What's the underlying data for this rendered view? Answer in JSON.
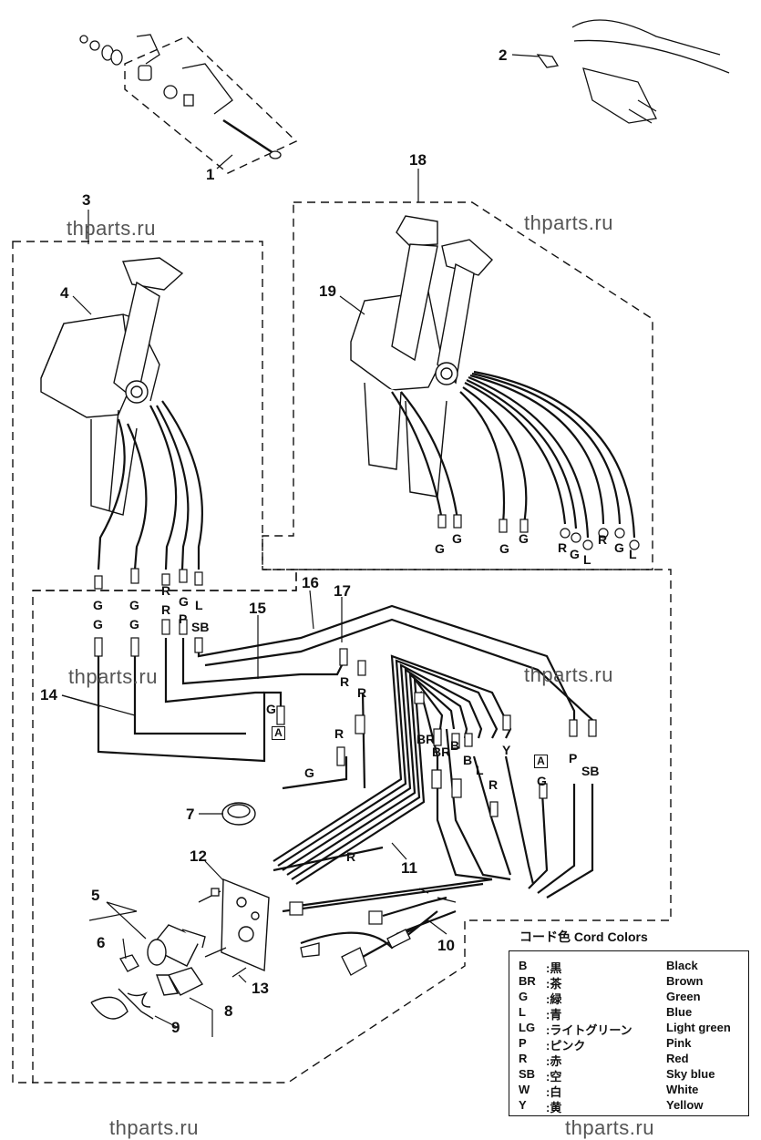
{
  "watermarks": [
    "thparts.ru",
    "thparts.ru",
    "thparts.ru",
    "thparts.ru",
    "thparts.ru",
    "thparts.ru"
  ],
  "part_numbers": [
    "1",
    "2",
    "3",
    "4",
    "5",
    "6",
    "7",
    "8",
    "9",
    "10",
    "11",
    "12",
    "13",
    "14",
    "15",
    "16",
    "17",
    "18",
    "19"
  ],
  "wire_labels_right_ends": [
    "G",
    "G",
    "G",
    "G",
    "R",
    "G",
    "L",
    "R",
    "G",
    "L"
  ],
  "wire_labels_left_a": [
    "G",
    "G",
    "G",
    "G",
    "R",
    "R",
    "G",
    "P",
    "L",
    "SB"
  ],
  "wire_labels_harness": [
    "R",
    "R",
    "R",
    "G",
    "G",
    "BR",
    "BR",
    "B",
    "B",
    "L",
    "Y",
    "R",
    "P",
    "SB",
    "G",
    "R"
  ],
  "connector_marks": [
    "A",
    "A"
  ],
  "legend": {
    "title": "コード色 Cord Colors",
    "rows": [
      {
        "code": "B",
        "jp": ":黒",
        "en": "Black"
      },
      {
        "code": "BR",
        "jp": ":茶",
        "en": "Brown"
      },
      {
        "code": "G",
        "jp": ":緑",
        "en": "Green"
      },
      {
        "code": "L",
        "jp": ":青",
        "en": "Blue"
      },
      {
        "code": "LG",
        "jp": ":ライトグリーン",
        "en": "Light green"
      },
      {
        "code": "P",
        "jp": ":ピンク",
        "en": "Pink"
      },
      {
        "code": "R",
        "jp": ":赤",
        "en": "Red"
      },
      {
        "code": "SB",
        "jp": ":空",
        "en": "Sky blue"
      },
      {
        "code": "W",
        "jp": ":白",
        "en": "White"
      },
      {
        "code": "Y",
        "jp": ":黄",
        "en": "Yellow"
      }
    ]
  }
}
